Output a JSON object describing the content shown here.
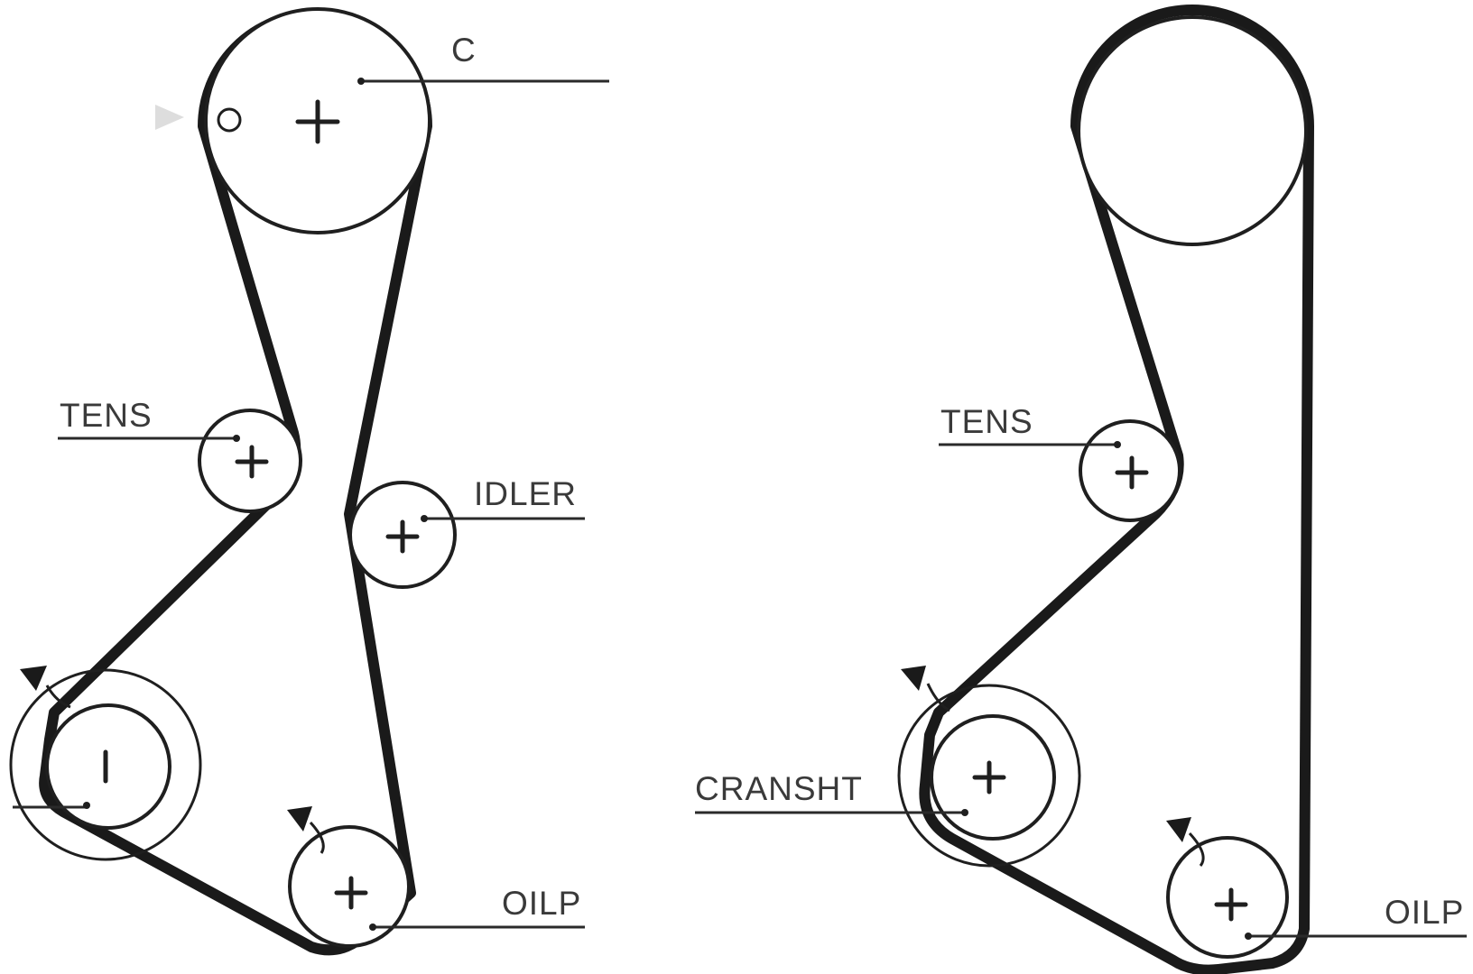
{
  "diagram_left": {
    "labels": {
      "camshaft": "C",
      "tensioner": "TENS",
      "idler": "IDLER",
      "oil_pump": "OILP"
    }
  },
  "diagram_right": {
    "labels": {
      "tensioner": "TENS",
      "crankshaft": "CRANSHT",
      "oil_pump": "OILP"
    }
  },
  "colors": {
    "belt": "#1a1a1a",
    "outline": "#1f1f1f",
    "label": "#3a3a3a",
    "background": "#ffffff"
  }
}
